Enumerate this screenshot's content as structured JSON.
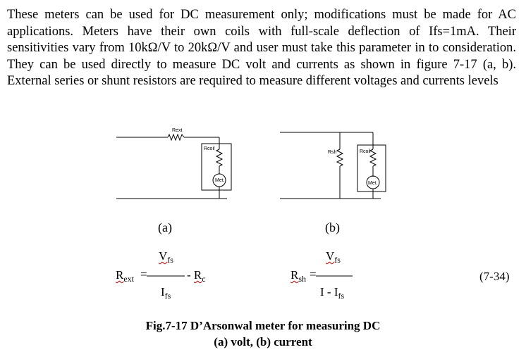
{
  "paragraph": "These meters can be used for DC measurement only; modifications must be made for AC applications. Meters have their own coils with full-scale deflection of Ifs=1mA.  Their sensitivities vary from 10kΩ/V to 20kΩ/V and user must take this parameter in to consideration.  They can be used directly to measure DC volt and currents as shown in figure 7-17 (a, b). External series or shunt resistors are required to measure different voltages and currents levels",
  "circuit_a": {
    "rext_label": "Rext",
    "rcoil_label": "Rcoil",
    "meter_label": "Met.",
    "caption": "(a)"
  },
  "circuit_b": {
    "rsh_label": "Rsh",
    "rcoil_label": "Rcoil",
    "meter_label": "Met.",
    "caption": "(b)"
  },
  "eq_a": {
    "lhs_main": "R",
    "lhs_sub": "ext",
    "equals": "=",
    "num_main": "V",
    "num_sub": "fs",
    "den_main": "I",
    "den_sub": "fs",
    "minus": "- ",
    "r_main": "R",
    "r_sub": "c"
  },
  "eq_b": {
    "lhs_main": "R",
    "lhs_sub": "sh",
    "equals": "=",
    "num_main": "V",
    "num_sub": "fs",
    "den_text": "I - I",
    "den_sub": "fs"
  },
  "eq_number": "(7-34)",
  "caption": {
    "line1": "Fig.7-17 D’Arsonwal meter for measuring DC",
    "line2": "(a) volt, (b) current"
  }
}
